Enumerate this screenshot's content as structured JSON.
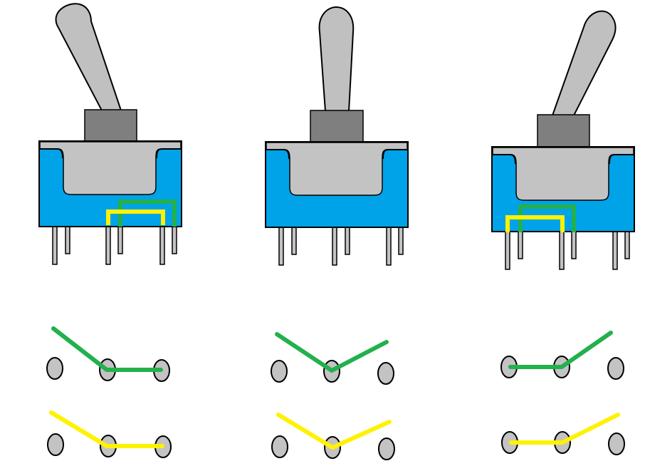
{
  "colors": {
    "lever": "#c0c0c0",
    "bushing": "#7f7f7f",
    "housing": "#00a2e8",
    "housing_cutout": "#c3c3c3",
    "pin": "#c3c3c3",
    "bridge_a": "#22b14c",
    "bridge_b": "#fff200",
    "outline": "#000000"
  },
  "switches": [
    {
      "position": "left",
      "lever_tilt": "left"
    },
    {
      "position": "center",
      "lever_tilt": "center"
    },
    {
      "position": "right",
      "lever_tilt": "right"
    }
  ],
  "schematics": [
    {
      "position": "left",
      "green_connects": [
        2,
        3
      ],
      "yellow_connects": [
        2,
        3
      ]
    },
    {
      "position": "center",
      "green_connects": [],
      "yellow_connects": []
    },
    {
      "position": "right",
      "green_connects": [
        1,
        2
      ],
      "yellow_connects": [
        1,
        2
      ]
    }
  ]
}
